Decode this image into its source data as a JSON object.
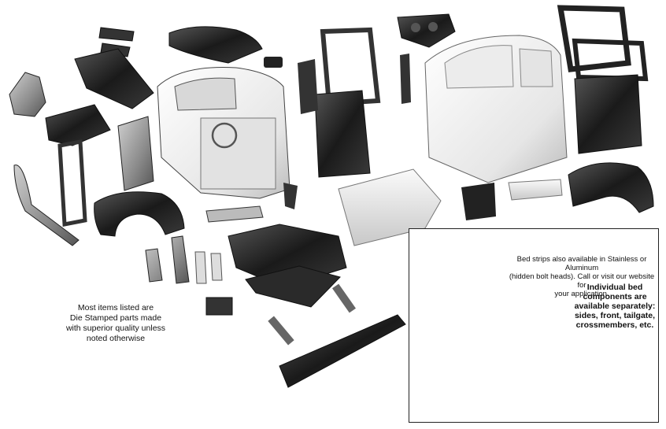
{
  "notes": {
    "die_stamped": [
      "Most items listed are",
      "Die Stamped parts made",
      "with superior quality unless",
      "noted otherwise"
    ],
    "bed_strips": [
      "Bed strips also available in Stainless or Aluminum",
      "(hidden bolt heads). Call or visit our website for",
      "your application."
    ],
    "bed_components": [
      "Individual bed",
      "components are",
      "available separately:",
      "sides, front, tailgate,",
      "crossmembers, etc."
    ]
  },
  "colors": {
    "panel_dark": "#1c1c1c",
    "panel_mid": "#6e6e6e",
    "panel_light": "#d9d9d9",
    "cab_white": "#f2f2f2",
    "outline": "#222222"
  },
  "icons": {
    "cab_left": "truck-cab-exploded",
    "cab_right": "truck-cab-assembled",
    "bed": "pickup-bed",
    "bed_strips": "bed-strip-profiles"
  }
}
